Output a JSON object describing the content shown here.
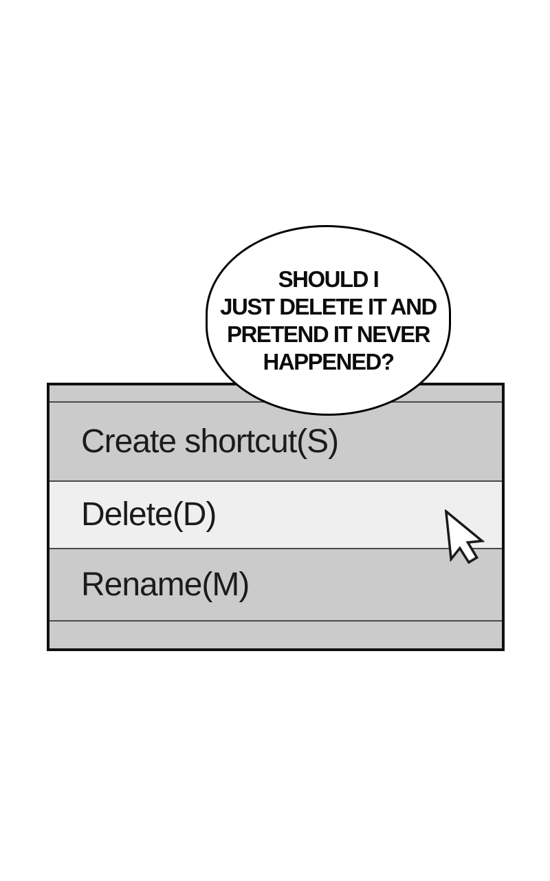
{
  "panel": {
    "background": "#ffffff"
  },
  "speech_bubble": {
    "lines": [
      "SHOULD I",
      "JUST DELETE IT AND",
      "PRETEND IT NEVER",
      "HAPPENED?"
    ],
    "fill": "#ffffff",
    "outline": "#000000"
  },
  "context_menu": {
    "items": [
      {
        "label": "Create shortcut(S)",
        "state": "normal"
      },
      {
        "label": "Delete(D)",
        "state": "hovered"
      },
      {
        "label": "Rename(M)",
        "state": "normal"
      }
    ],
    "colors": {
      "row": "#cbcbcb",
      "hovered_row": "#efefef",
      "separator": "#4a4a4a",
      "border": "#101010",
      "text": "#1b1b1b"
    }
  },
  "cursor": {
    "icon": "arrow-pointer",
    "fill": "#ffffff",
    "outline": "#1a1a1a"
  }
}
